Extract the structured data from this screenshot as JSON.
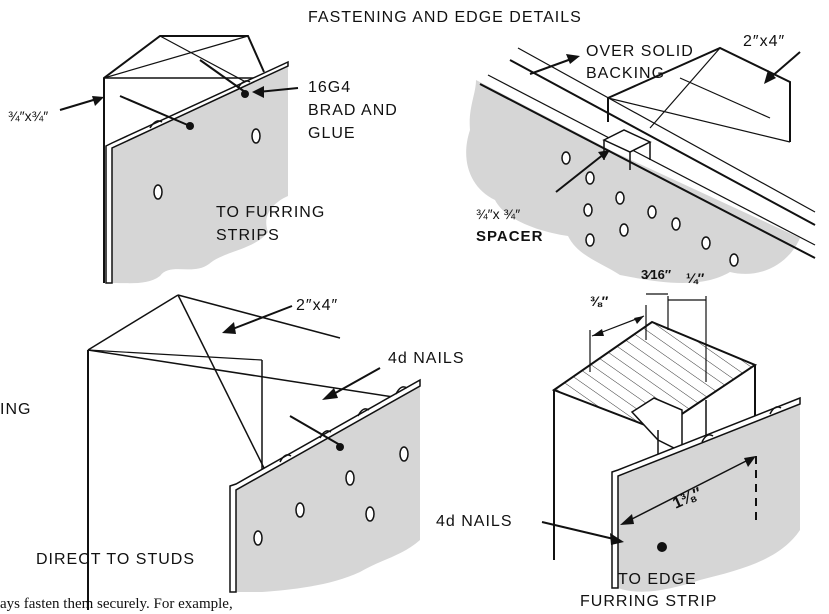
{
  "title": "FASTENING AND EDGE DETAILS",
  "panel_furring": {
    "dim_label": "¾″x¾″",
    "fastener_line1": "16G4",
    "fastener_line2": "BRAD AND",
    "fastener_line3": "GLUE",
    "caption_line1": "TO FURRING",
    "caption_line2": "STRIPS"
  },
  "panel_backing": {
    "label_line1": "OVER SOLID",
    "label_line2": "BACKING",
    "lumber_label": "2″x4″",
    "spacer_line1": "¾″x ¾″",
    "spacer_line2": "SPACER"
  },
  "panel_studs": {
    "lumber_label": "2″x4″",
    "nails_label": "4d NAILS",
    "caption": "DIRECT TO STUDS",
    "partial_text": "ING"
  },
  "panel_edge": {
    "dim_1": "⅜″",
    "dim_2": "3⁄16″",
    "dim_3": "¼″",
    "dim_4": "1⅜″",
    "nails_label": "4d NAILS",
    "caption_line1": "TO EDGE",
    "caption_line2": "FURRING STRIP"
  },
  "footer_text": "ays fasten them securely. For example,"
}
